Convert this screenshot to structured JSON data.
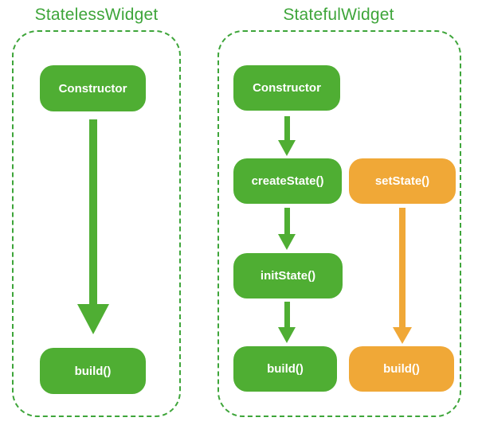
{
  "diagram": {
    "left_panel": {
      "title": "StatelessWidget",
      "nodes": {
        "constructor": "Constructor",
        "build": "build()"
      }
    },
    "right_panel": {
      "title": "StatefulWidget",
      "nodes": {
        "constructor": "Constructor",
        "create_state": "createState()",
        "set_state": "setState()",
        "init_state": "initState()",
        "build_main": "build()",
        "build_from_set_state": "build()"
      }
    },
    "colors": {
      "node_green": "#4fae33",
      "node_orange": "#f0a837",
      "outline_and_title_green": "#3ea53a",
      "node_label_text": "#ffffff",
      "background": "#ffffff"
    }
  }
}
